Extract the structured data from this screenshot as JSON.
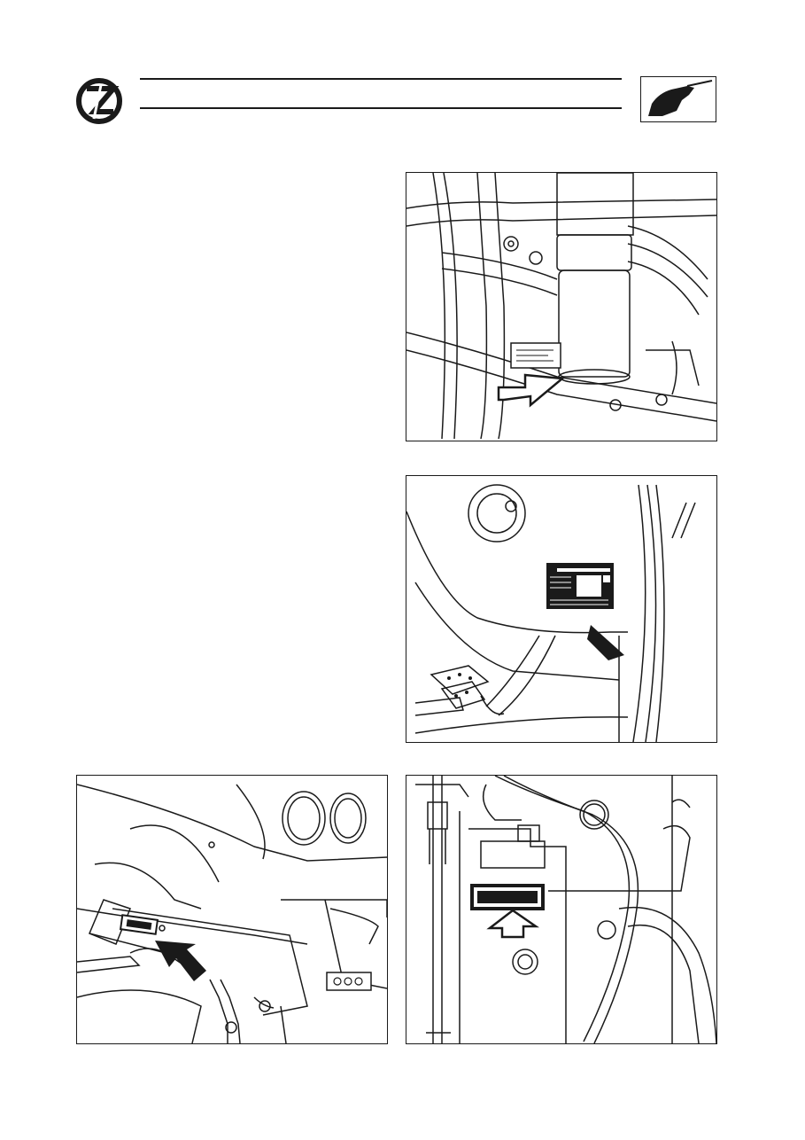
{
  "header": {
    "logo_icon": "circle-slash-logo-icon",
    "section_icon": "hand-pointing-icon"
  },
  "figures": [
    {
      "name": "figure-1",
      "subject": "hydraulic-filter-plate-illustration"
    },
    {
      "name": "figure-2",
      "subject": "cab-id-plate-illustration"
    },
    {
      "name": "figure-3",
      "subject": "dashboard-plate-illustration"
    },
    {
      "name": "figure-4",
      "subject": "engine-plate-illustration"
    }
  ],
  "colors": {
    "ink": "#1a1a1a",
    "paper": "#ffffff"
  }
}
